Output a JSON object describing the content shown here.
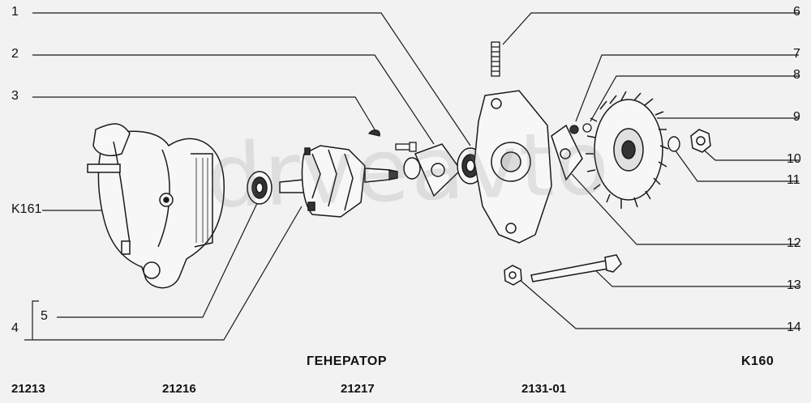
{
  "diagram": {
    "title": "ГЕНЕРАТОР",
    "page_code": "K160",
    "watermark": "drveavto",
    "callouts": [
      "1",
      "2",
      "3",
      "6",
      "7",
      "8",
      "9",
      "10",
      "11",
      "12",
      "13",
      "14",
      "K161",
      "4",
      "5"
    ],
    "models": [
      "21213",
      "21216",
      "21217",
      "2131-01"
    ]
  }
}
